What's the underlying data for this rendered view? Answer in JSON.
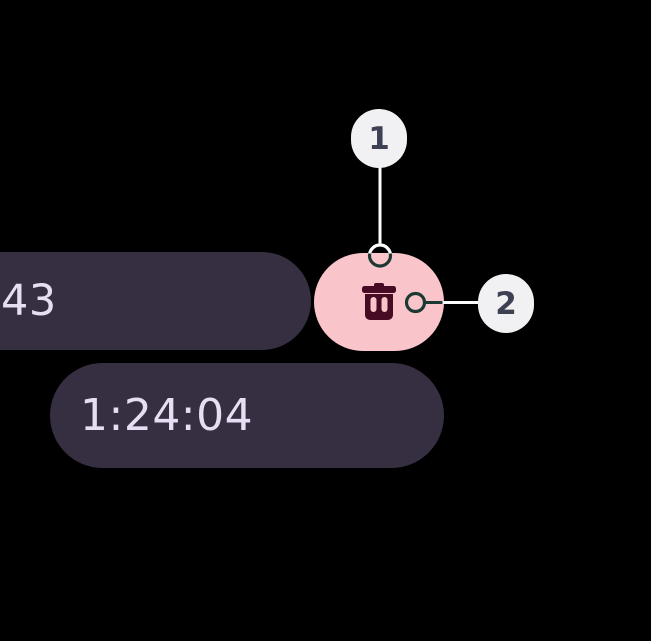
{
  "scene": {
    "background_color": "#000000",
    "description_colors": {
      "pill_background": "#362f42",
      "pill_text": "#e6def2",
      "delete_button_background": "#f9c5cb",
      "delete_icon_color": "#470b23",
      "callout_badge_background": "#f1f1f3",
      "callout_badge_text": "#3e4154",
      "callout_line_light": "#fdfdfd",
      "callout_line_dark": "#1c3833"
    }
  },
  "pills": {
    "partial": {
      "text": "43"
    },
    "time": {
      "text": "1:24:04"
    }
  },
  "delete_button": {
    "icon": "trash-icon"
  },
  "callouts": {
    "one": {
      "label": "1"
    },
    "two": {
      "label": "2"
    }
  }
}
